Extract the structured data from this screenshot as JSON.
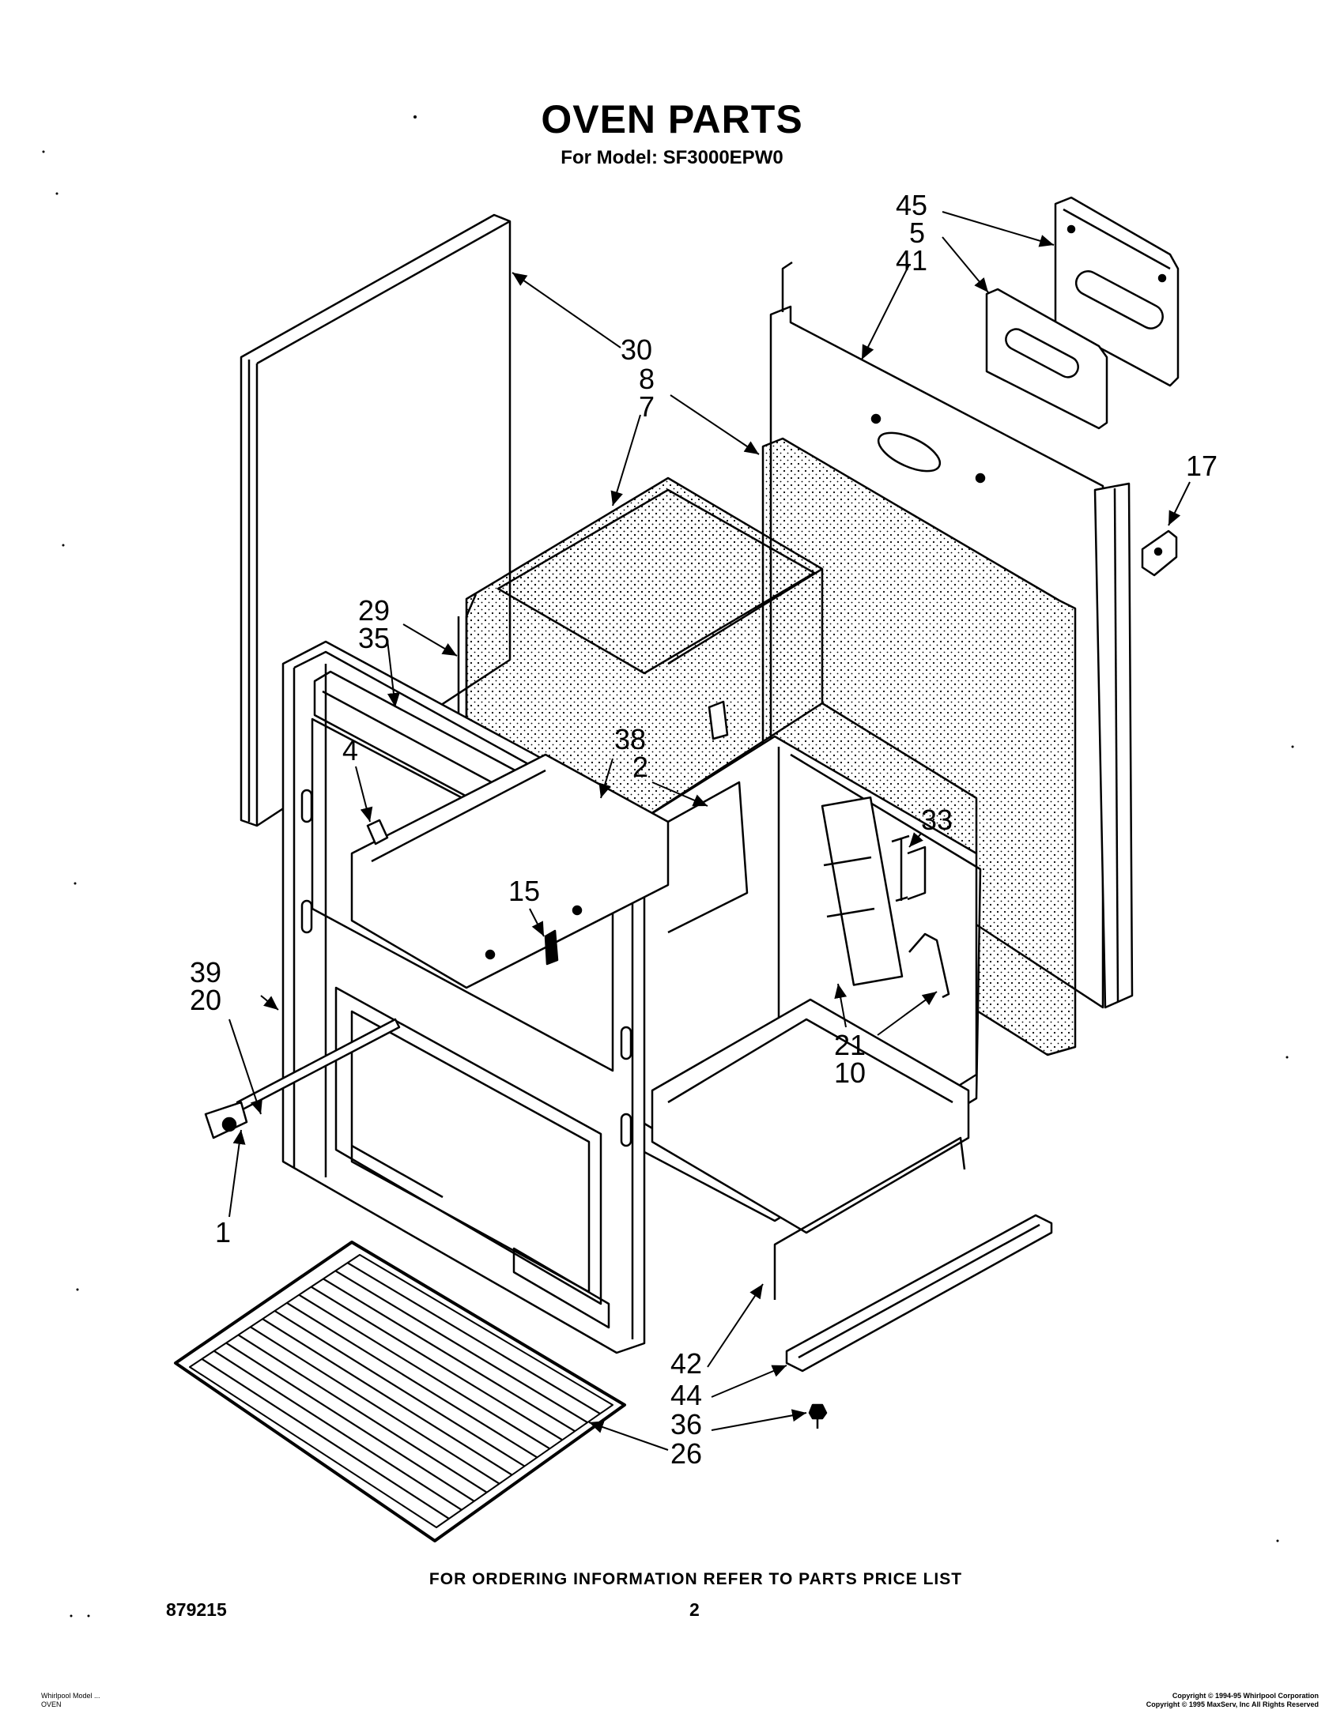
{
  "page": {
    "title": "OVEN PARTS",
    "subtitle": "For Model: SF3000EPW0"
  },
  "callouts": {
    "c45": "45",
    "c5": "5",
    "c41": "41",
    "c30": "30",
    "c8": "8",
    "c7": "7",
    "c17": "17",
    "c29": "29",
    "c35": "35",
    "c4": "4",
    "c38": "38",
    "c2": "2",
    "c33": "33",
    "c15": "15",
    "c39": "39",
    "c20": "20",
    "c21": "21",
    "c10": "10",
    "c1": "1",
    "c42": "42",
    "c44": "44",
    "c36": "36",
    "c26": "26"
  },
  "footer": {
    "ordering_note": "FOR ORDERING INFORMATION REFER TO PARTS PRICE LIST",
    "doc_number": "879215",
    "page_number": "2",
    "left_line1": "Whirlpool Model ...",
    "left_line2": "OVEN",
    "copyright_line1": "Copyright © 1994-95 Whirlpool Corporation",
    "copyright_line2": "Copyright © 1995 MaxServ, Inc  All Rights Reserved"
  }
}
